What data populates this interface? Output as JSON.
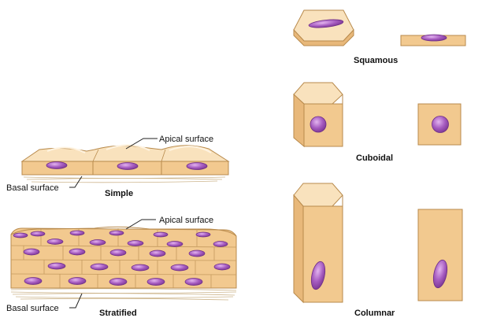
{
  "labels": {
    "apical_surface_simple": "Apical surface",
    "basal_surface_simple": "Basal surface",
    "simple": "Simple",
    "apical_surface_stratified": "Apical surface",
    "basal_surface_stratified": "Basal surface",
    "stratified": "Stratified",
    "squamous": "Squamous",
    "cuboidal": "Cuboidal",
    "columnar": "Columnar"
  },
  "colors": {
    "cell_fill": "#f3d09a",
    "cell_top": "#f9e4c0",
    "cell_side": "#e3b574",
    "cell_outline": "#b88a4c",
    "nucleus": "#9b4fb3",
    "nucleus_light": "#d9a6e6",
    "nucleus_outline": "#6e2e86",
    "basement_line": "#c9b28a",
    "leader_line": "#222222"
  }
}
